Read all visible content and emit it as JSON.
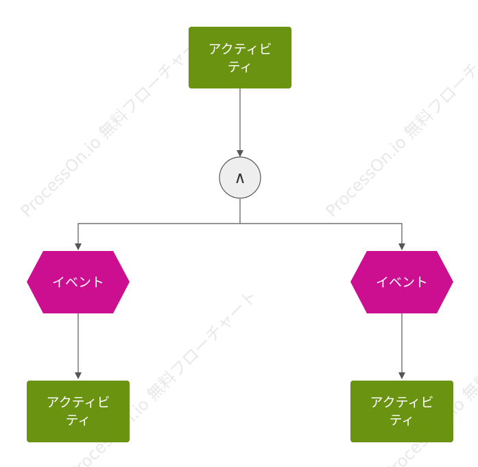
{
  "watermark": {
    "text": "ProcessOn.io 無料フローチャート"
  },
  "colors": {
    "activity_fill": "#6b9312",
    "event_fill": "#cc0e91",
    "connector_fill": "#eeeeee",
    "connector_stroke": "#555555",
    "edge": "#555555",
    "node_text": "#ffffff"
  },
  "nodes": {
    "activity_top": {
      "line1": "アクティビ",
      "line2": "ティ"
    },
    "and_connector": {
      "symbol": "∧"
    },
    "event_left": {
      "label": "イベント"
    },
    "event_right": {
      "label": "イベント"
    },
    "activity_left": {
      "line1": "アクティビ",
      "line2": "ティ"
    },
    "activity_right": {
      "line1": "アクティビ",
      "line2": "ティ"
    }
  }
}
